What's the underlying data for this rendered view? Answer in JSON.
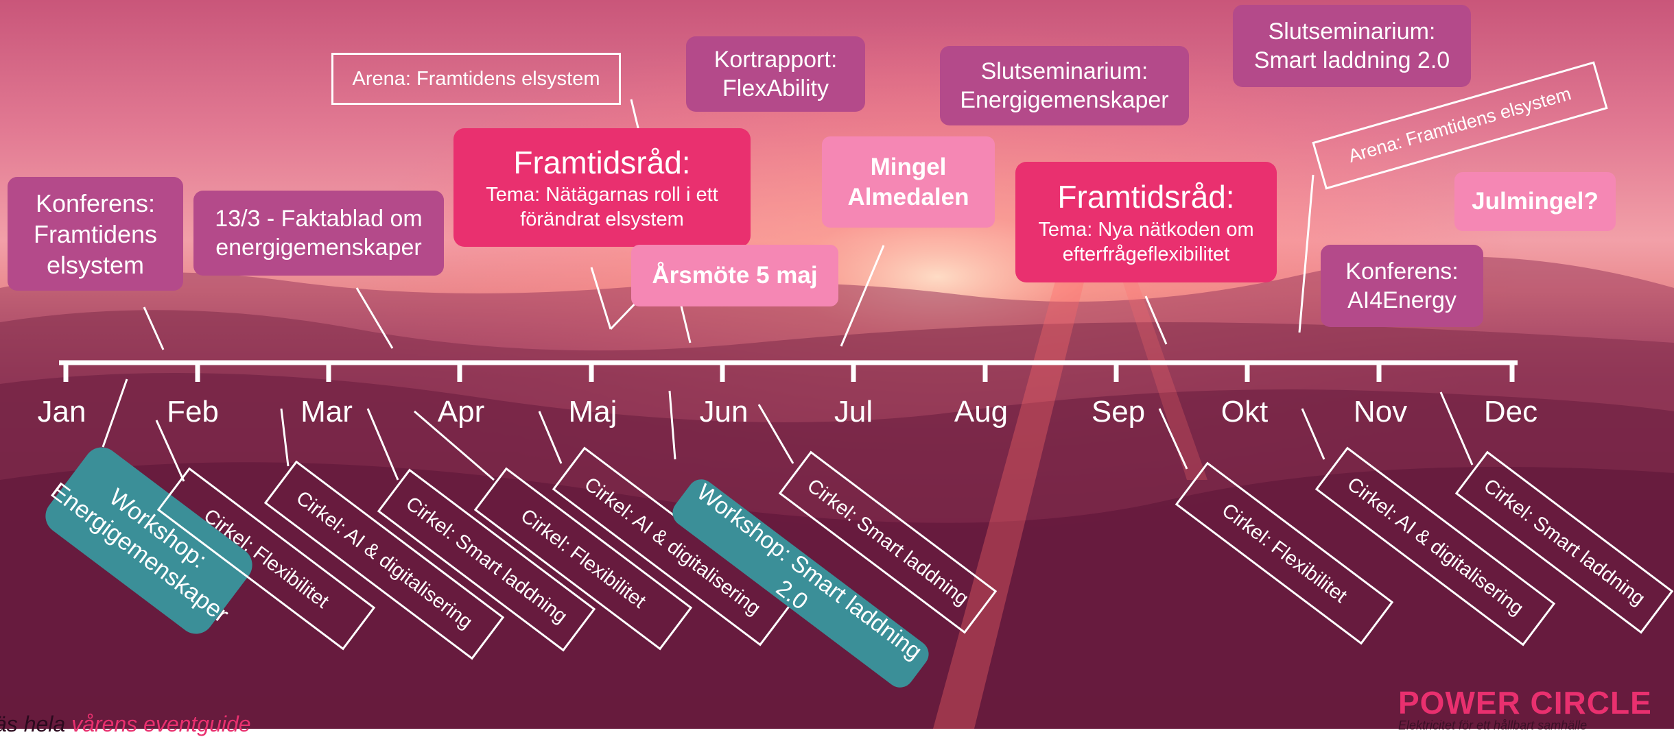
{
  "timeline": {
    "months": [
      "Jan",
      "Feb",
      "Mar",
      "Apr",
      "Maj",
      "Jun",
      "Jul",
      "Aug",
      "Sep",
      "Okt",
      "Nov",
      "Dec"
    ]
  },
  "above": {
    "konferens_framtidens": "Konferens: Framtidens elsystem",
    "faktablad": "13/3 - Faktablad om energigemenskaper",
    "arena_1": "Arena: Framtidens elsystem",
    "framtidsrad_1_title": "Framtidsråd:",
    "framtidsrad_1_topic": "Tema: Nätägarnas roll i ett förändrat elsystem",
    "arsmote": "Årsmöte 5 maj",
    "kortrapport": "Kortrapport: FlexAbility",
    "mingel": "Mingel Almedalen",
    "slutseminarium_energi": "Slutseminarium: Energigemenskaper",
    "framtidsrad_2_title": "Framtidsråd:",
    "framtidsrad_2_topic": "Tema: Nya nätkoden om efterfrågeflexibilitet",
    "slutseminarium_smart": "Slutseminarium: Smart laddning 2.0",
    "arena_2": "Arena: Framtidens elsystem",
    "julmingel": "Julmingel?",
    "konferens_ai4energy": "Konferens: AI4Energy"
  },
  "below": {
    "workshop_energi": "Workshop: Energigemenskaper",
    "cirkel_flex_1": "Cirkel: Flexibilitet",
    "cirkel_ai_1": "Cirkel: AI & digitalisering",
    "cirkel_smart_1": "Cirkel: Smart laddning",
    "cirkel_flex_2": "Cirkel: Flexibilitet",
    "cirkel_ai_2": "Cirkel: AI & digitalisering",
    "workshop_smart": "Workshop: Smart laddning 2.0",
    "cirkel_smart_2": "Cirkel: Smart laddning",
    "cirkel_flex_3": "Cirkel: Flexibilitet",
    "cirkel_ai_3": "Cirkel: AI & digitalisering",
    "cirkel_smart_3": "Cirkel: Smart laddning"
  },
  "footer": {
    "link_prefix": "äs hela",
    "link_text": "vårens eventguide",
    "brand": "POWER CIRCLE",
    "brand_tag": "Elektricitet för ett hållbart samhälle"
  },
  "colors": {
    "purple_box": "#b44a8a",
    "pink_box": "#e9306f",
    "light_pink_box": "#f587b4",
    "teal_box": "#3b8f98",
    "brand": "#e9306f"
  }
}
